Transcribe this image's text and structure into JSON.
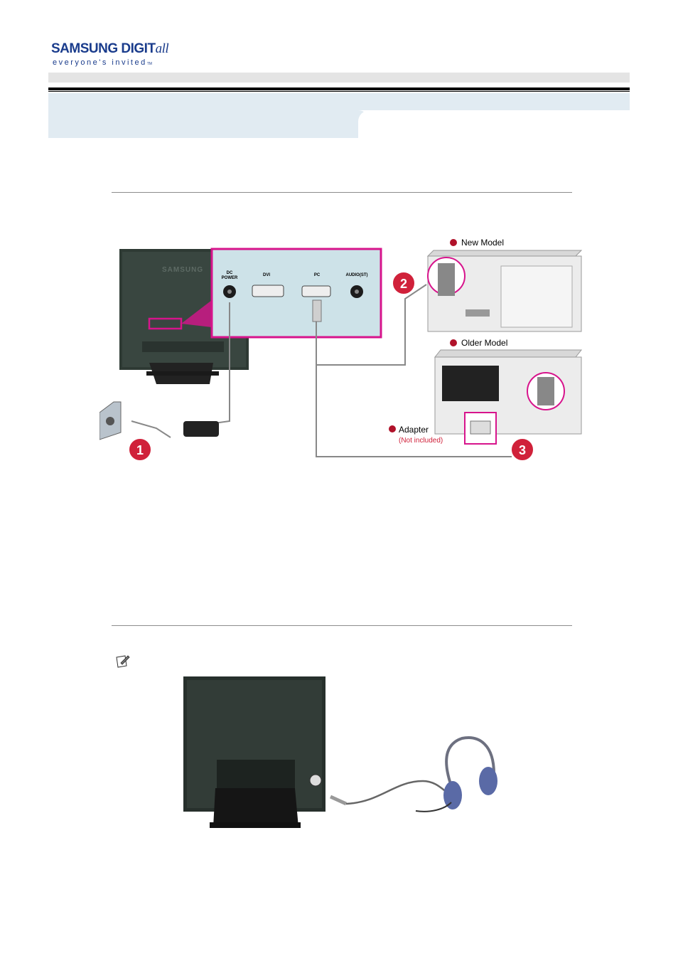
{
  "header": {
    "logo_main": "SAMSUNG DIGIT",
    "logo_all": "all",
    "logo_tagline": "everyone's invited",
    "logo_tm": "TM"
  },
  "diagram": {
    "port_labels": {
      "dc_power_line1": "DC",
      "dc_power_line2": "POWER",
      "dvi": "DVI",
      "pc": "PC",
      "audio": "AUDIO(ST)"
    },
    "brand_on_monitor": "SAMSUNG",
    "callouts": {
      "one": "1",
      "two": "2",
      "three": "3"
    },
    "new_model_label": "New Model",
    "older_model_label": "Older Model",
    "adapter_label": "Adapter",
    "adapter_note": "(Not included)"
  },
  "colors": {
    "logo_blue": "#1a3c8c",
    "callout_red": "#d0213a",
    "panel_pink": "#d7148c",
    "title_band": "#e1ebf2"
  },
  "icons": {
    "note": "note-pencil-icon"
  }
}
